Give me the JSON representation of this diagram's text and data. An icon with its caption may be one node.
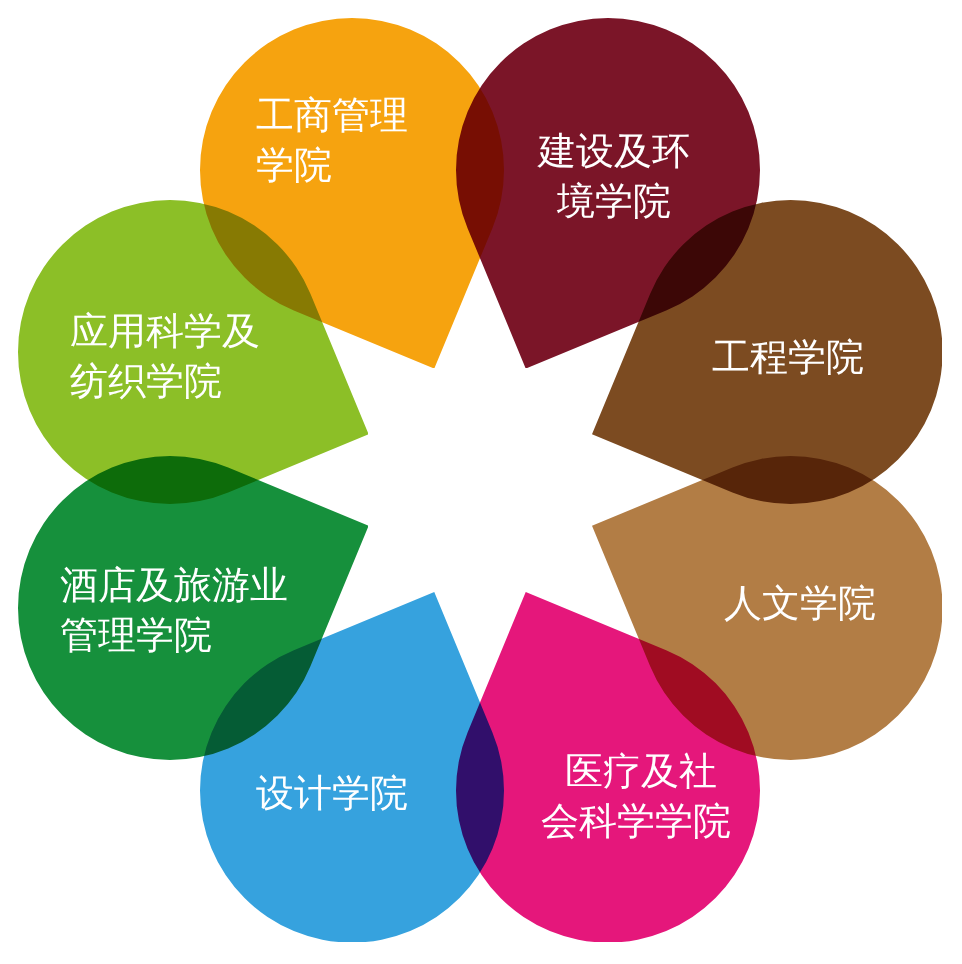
{
  "diagram": {
    "nodes": [
      {
        "text": [
          "工商管理学院"
        ]
      },
      {
        "text": [
          "建设及环境学院"
        ]
      },
      {
        "text": [
          "工程学院"
        ]
      },
      {
        "text": [
          "人文学院"
        ]
      },
      {
        "text": [
          "医疗及社会科学学院"
        ]
      },
      {
        "text": [
          "设计学院"
        ]
      },
      {
        "text": [
          "酒店及旅游业管理学院"
        ]
      },
      {
        "text": [
          "应用科学及纺织学院"
        ]
      }
    ]
  }
}
